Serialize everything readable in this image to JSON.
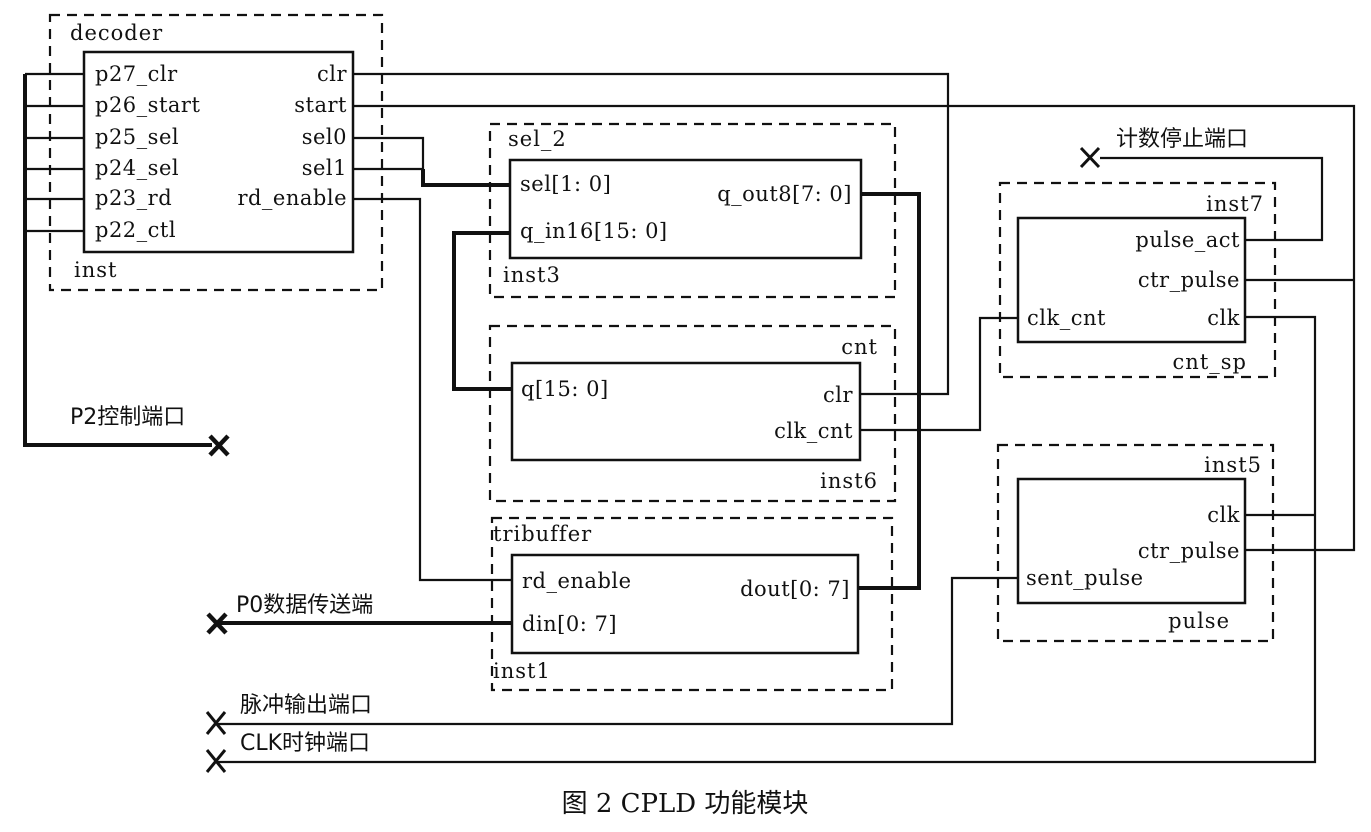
{
  "figure": {
    "caption": "图 2  CPLD 功能模块"
  },
  "modules": {
    "decoder": {
      "type_name": "decoder",
      "instance": "inst",
      "inputs": [
        "p27_clr",
        "p26_start",
        "p25_sel",
        "p24_sel",
        "p23_rd",
        "p22_ctl"
      ],
      "outputs": [
        "clr",
        "start",
        "sel0",
        "sel1",
        "rd_enable"
      ]
    },
    "sel_2": {
      "type_name": "sel_2",
      "instance": "inst3",
      "inputs": [
        "sel[1: 0]",
        "q_in16[15: 0]"
      ],
      "outputs": [
        "q_out8[7: 0]"
      ]
    },
    "cnt": {
      "type_name": "cnt",
      "instance": "inst6",
      "inputs": [
        "q[15: 0]"
      ],
      "outputs": [
        "clr",
        "clk_cnt"
      ]
    },
    "tribuffer": {
      "type_name": "tribuffer",
      "instance": "inst1",
      "inputs": [
        "rd_enable",
        "din[0: 7]"
      ],
      "outputs": [
        "dout[0: 7]"
      ]
    },
    "cnt_sp": {
      "type_name": "cnt_sp",
      "instance": "inst7",
      "inputs": [
        "clk_cnt"
      ],
      "outputs": [
        "pulse_act",
        "ctr_pulse",
        "clk"
      ]
    },
    "pulse": {
      "type_name": "pulse",
      "instance": "inst5",
      "inputs": [
        "sent_pulse"
      ],
      "outputs": [
        "clk",
        "ctr_pulse"
      ]
    }
  },
  "ports": {
    "p2_control": "P2控制端口",
    "p0_data": "P0数据传送端",
    "pulse_out": "脉冲输出端口",
    "clk_port": "CLK时钟端口",
    "count_stop": "计数停止端口"
  }
}
